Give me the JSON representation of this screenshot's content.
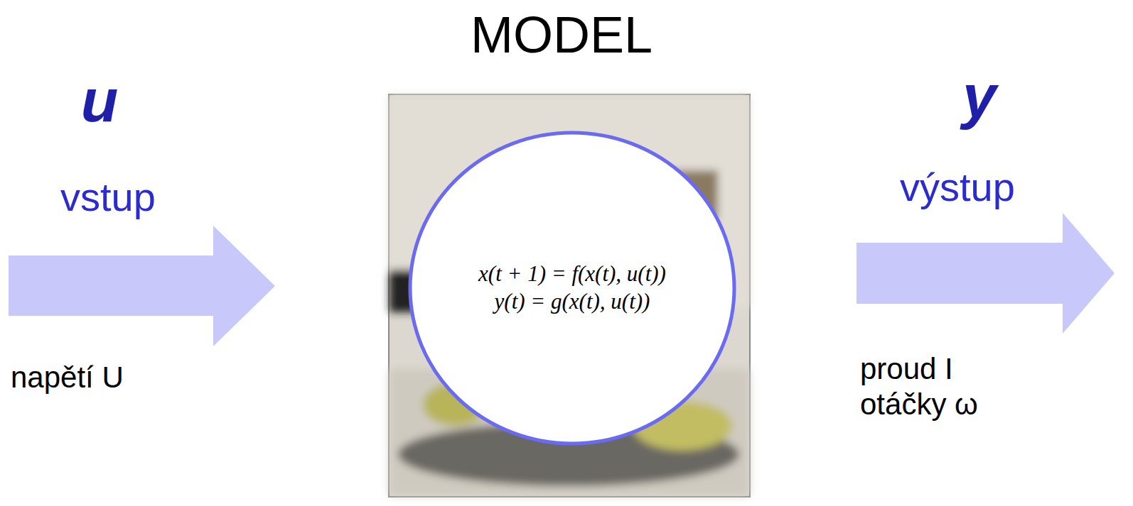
{
  "diagram": {
    "title": "MODEL",
    "nodes": [
      {
        "text": [
          "x(t + 1) = f(x(t), u(t))",
          "y(t) = g(x(t), u(t))"
        ]
      }
    ],
    "labels": [
      "u",
      "vstup",
      "napětí U",
      "y",
      "výstup",
      "proud I",
      "otáčky ω"
    ]
  }
}
